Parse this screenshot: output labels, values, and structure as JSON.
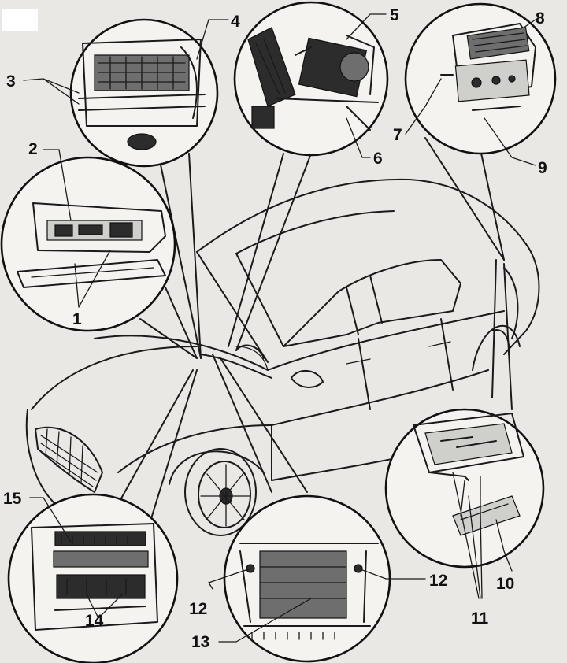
{
  "callouts": [
    "1",
    "2",
    "3",
    "4",
    "5",
    "6",
    "7",
    "8",
    "9",
    "10",
    "11",
    "12",
    "12",
    "13",
    "14",
    "15"
  ]
}
